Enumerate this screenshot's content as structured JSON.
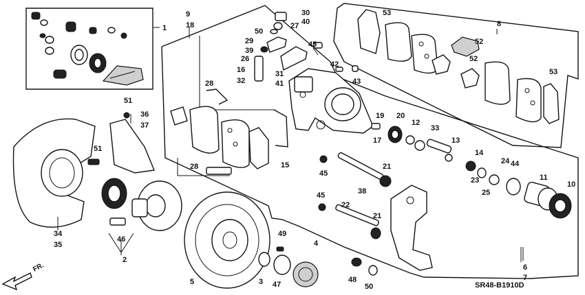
{
  "diagram": {
    "code": "SR48-B1910D",
    "direction": "FR.",
    "labels": [
      "1",
      "2",
      "3",
      "4",
      "5",
      "6",
      "7",
      "8",
      "9",
      "18",
      "10",
      "11",
      "12",
      "13",
      "14",
      "15",
      "16",
      "32",
      "17",
      "19",
      "20",
      "21",
      "21",
      "22",
      "23",
      "24",
      "25",
      "26",
      "27",
      "28",
      "28",
      "29",
      "39",
      "30",
      "40",
      "31",
      "41",
      "33",
      "34",
      "35",
      "36",
      "37",
      "38",
      "42",
      "43",
      "44",
      "45",
      "45",
      "45",
      "46",
      "47",
      "48",
      "49",
      "50",
      "50",
      "51",
      "51",
      "52",
      "52",
      "53",
      "53"
    ]
  }
}
